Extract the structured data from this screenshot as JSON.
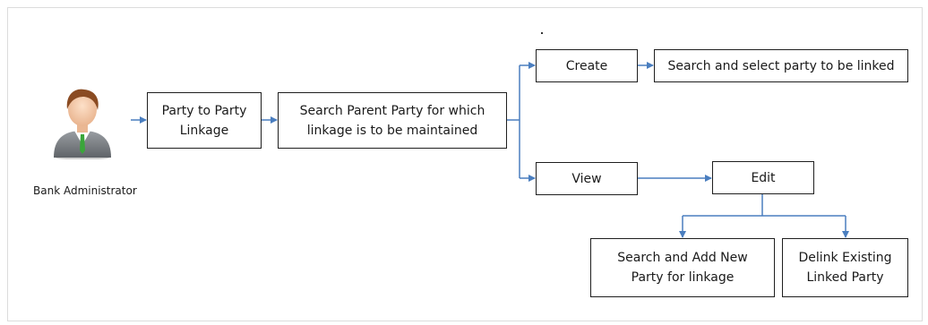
{
  "actor": {
    "label": "Bank Administrator"
  },
  "boxes": {
    "party_linkage": "Party to Party\nLinkage",
    "search_parent": "Search Parent Party for which\nlinkage is to be maintained",
    "create": "Create",
    "search_select": "Search and select party to be linked",
    "view": "View",
    "edit": "Edit",
    "search_add": "Search and Add New\nParty for linkage",
    "delink": "Delink Existing\nLinked Party"
  },
  "colors": {
    "connector": "#4a7ebf",
    "box_border": "#1f1f1f"
  }
}
